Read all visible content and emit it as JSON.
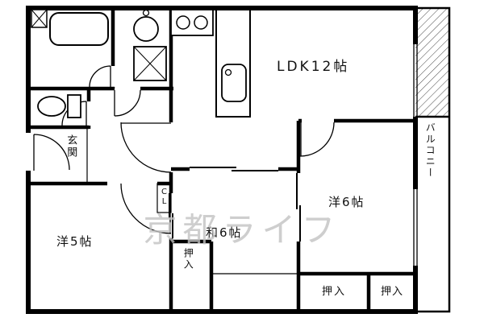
{
  "floorplan": {
    "rooms": {
      "ldk": {
        "label": "LDK12帖"
      },
      "western6": {
        "label": "洋6帖"
      },
      "japanese6": {
        "label": "和6帖"
      },
      "western5": {
        "label": "洋5帖"
      },
      "genkan": {
        "label": "玄関"
      },
      "balcony": {
        "label": "バルコニー"
      }
    },
    "closets": {
      "oshiire_left": {
        "label": "押入"
      },
      "oshiire_middle": {
        "label": "押入"
      },
      "oshiire_right": {
        "label": "押入"
      },
      "cl": {
        "label": "CL"
      }
    },
    "fixtures": {
      "bathtub": "bathtub-icon",
      "toilet": "toilet-icon",
      "washbasin": "washbasin-icon",
      "washing_machine": "washing-machine-icon",
      "stove": "stove-icon",
      "kitchen_sink": "kitchen-sink-icon"
    },
    "watermark": {
      "text": "京都ライフ"
    },
    "colors": {
      "wall": "#000000",
      "background": "#ffffff",
      "watermark": "#c2c2c2",
      "hatch": "#444444"
    }
  }
}
